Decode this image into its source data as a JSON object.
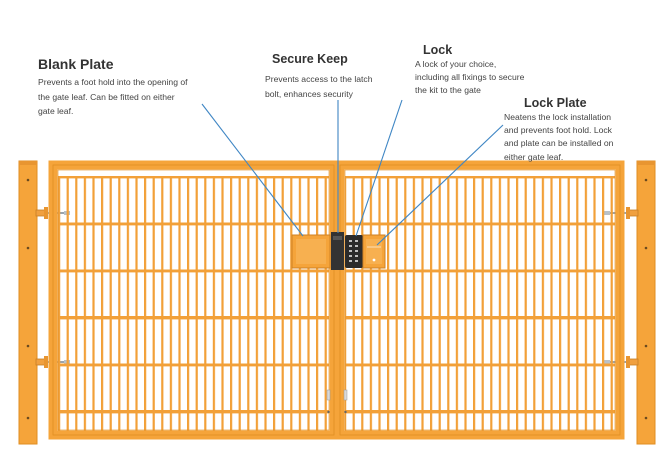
{
  "callouts": {
    "blank_plate": {
      "title": "Blank Plate",
      "lines": [
        "Prevents a foot hold into the opening of",
        "the gate leaf. Can be fitted on either",
        "gate leaf."
      ]
    },
    "secure_keep": {
      "title": "Secure Keep",
      "lines": [
        "Prevents access to the latch",
        "bolt, enhances security"
      ]
    },
    "lock": {
      "title": "Lock",
      "lines": [
        "A lock of your choice,",
        "including all fixings to secure",
        "the kit to the gate"
      ]
    },
    "lock_plate": {
      "title": "Lock Plate",
      "lines": [
        "Neatens the lock installation",
        "and prevents foot hold. Lock",
        "and plate can be installed on",
        "either gate leaf."
      ]
    }
  },
  "colors": {
    "frame": "#f5a43a",
    "frame_dark": "#e08e22",
    "mesh": "#f2a038",
    "leader": "#3f86c4",
    "keep": "#333333",
    "background": "#ffffff"
  },
  "icons": {
    "hinge": "hinge-icon",
    "keypad": "keypad-icon"
  }
}
